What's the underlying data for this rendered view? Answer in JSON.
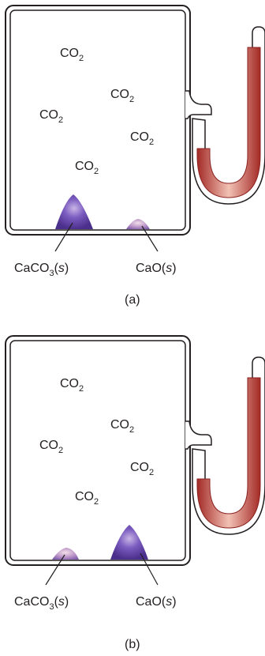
{
  "panels": [
    {
      "caption": "(a)",
      "gas_labels": [
        "CO2",
        "CO2",
        "CO2",
        "CO2",
        "CO2"
      ],
      "solid_left_label": "CaCO3(s)",
      "solid_right_label": "CaO(s)",
      "left_pile": "large",
      "right_pile": "small"
    },
    {
      "caption": "(b)",
      "gas_labels": [
        "CO2",
        "CO2",
        "CO2",
        "CO2",
        "CO2"
      ],
      "solid_left_label": "CaCO3(s)",
      "solid_right_label": "CaO(s)",
      "left_pile": "small",
      "right_pile": "large"
    }
  ],
  "colors": {
    "background": "#ffffff",
    "vessel_outline": "#231f20",
    "manometer_fluid": "#c8403a",
    "manometer_fluid_light": "#f0b8a8",
    "solid_purple": "#6a4aa8",
    "text": "#231f20"
  }
}
